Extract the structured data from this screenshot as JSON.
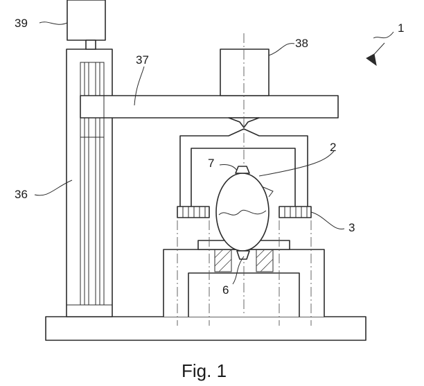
{
  "labels": {
    "l1": "1",
    "l2": "2",
    "l3": "3",
    "l6": "6",
    "l7": "7",
    "l36": "36",
    "l37": "37",
    "l38": "38",
    "l39": "39"
  },
  "caption": "Fig. 1"
}
